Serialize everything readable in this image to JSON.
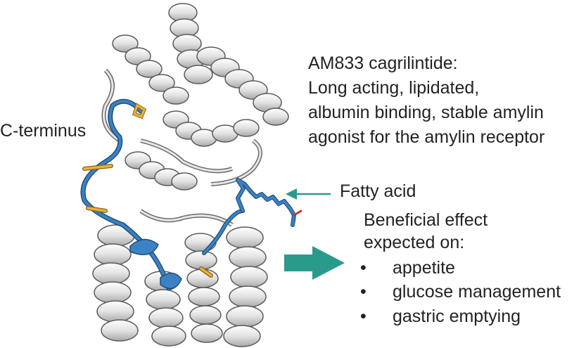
{
  "title": "AM833 cagrilintide:",
  "description_lines": [
    "Long acting, lipidated,",
    "albumin binding, stable amylin",
    "agonist for the amylin receptor"
  ],
  "labels": {
    "c_terminus": "C-terminus",
    "fatty_acid": "Fatty acid"
  },
  "effects": {
    "heading_line1": "Beneficial effect",
    "heading_line2": "expected on:",
    "bullet_symbol": "•",
    "items": [
      "appetite",
      "glucose management",
      "gastric emptying"
    ]
  },
  "colors": {
    "receptor_ribbon": "#d8d8d8",
    "ligand_peptide": "#3a82c4",
    "disulfide_bond": "#e8b23a",
    "teal_arrow": "#2a9a8c",
    "text": "#222222"
  },
  "icons": {
    "fatty_acid_pointer": "arrow-left-icon",
    "effect_arrow": "block-arrow-right-icon"
  }
}
